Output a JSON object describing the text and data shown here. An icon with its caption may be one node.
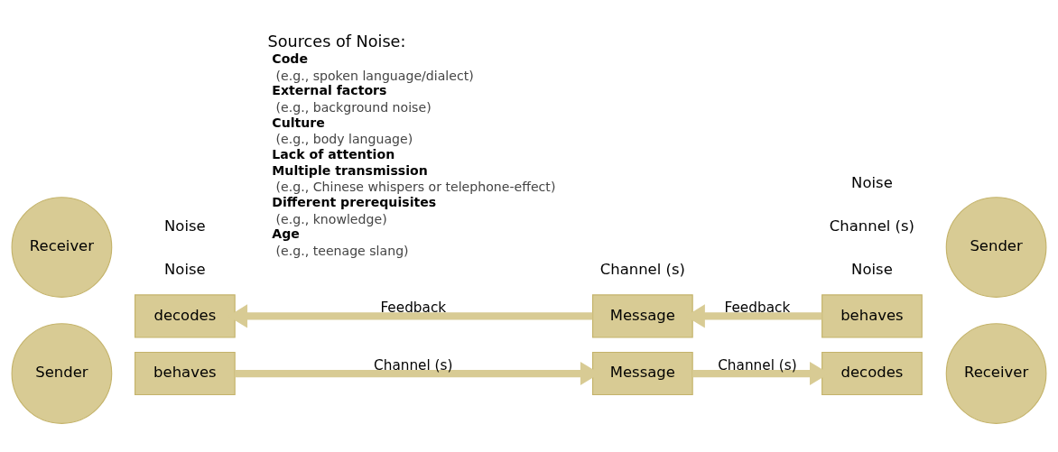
{
  "diagram": {
    "nodes": [
      {
        "text": [
          "Sender"
        ]
      },
      {
        "text": [
          "behaves"
        ]
      },
      {
        "text": [
          "Message"
        ]
      },
      {
        "text": [
          "decodes"
        ]
      },
      {
        "text": [
          "Receiver"
        ]
      },
      {
        "text": [
          "Receiver"
        ]
      },
      {
        "text": [
          "decodes"
        ]
      },
      {
        "text": [
          "Message"
        ]
      },
      {
        "text": [
          "behaves"
        ]
      },
      {
        "text": [
          "Sender"
        ]
      }
    ],
    "edges": [
      {
        "from": 1,
        "to": 2,
        "arrow": "to",
        "label": "Channel (s)"
      },
      {
        "from": 2,
        "to": 3,
        "arrow": "to",
        "label": "Channel (s)"
      },
      {
        "from": 8,
        "to": 7,
        "arrow": "to",
        "label": "Feedback"
      },
      {
        "from": 7,
        "to": 6,
        "arrow": "to",
        "label": "Feedback"
      }
    ],
    "labels": [
      "Noise",
      "Noise",
      "Channel (s)",
      "Channel (s)",
      "Noise",
      "Noise",
      "Sources of Noise:",
      "Code",
      "(e.g., spoken language/dialect)",
      "External factors",
      "(e.g., background noise)",
      "Culture",
      "(e.g., body language)",
      "Lack of attention",
      "Multiple transmission",
      "(e.g., Chinese whispers or telephone-effect)",
      "Different prerequisites",
      "(e.g., knowledge)",
      "Age",
      "(e.g., teenage slang)"
    ]
  }
}
